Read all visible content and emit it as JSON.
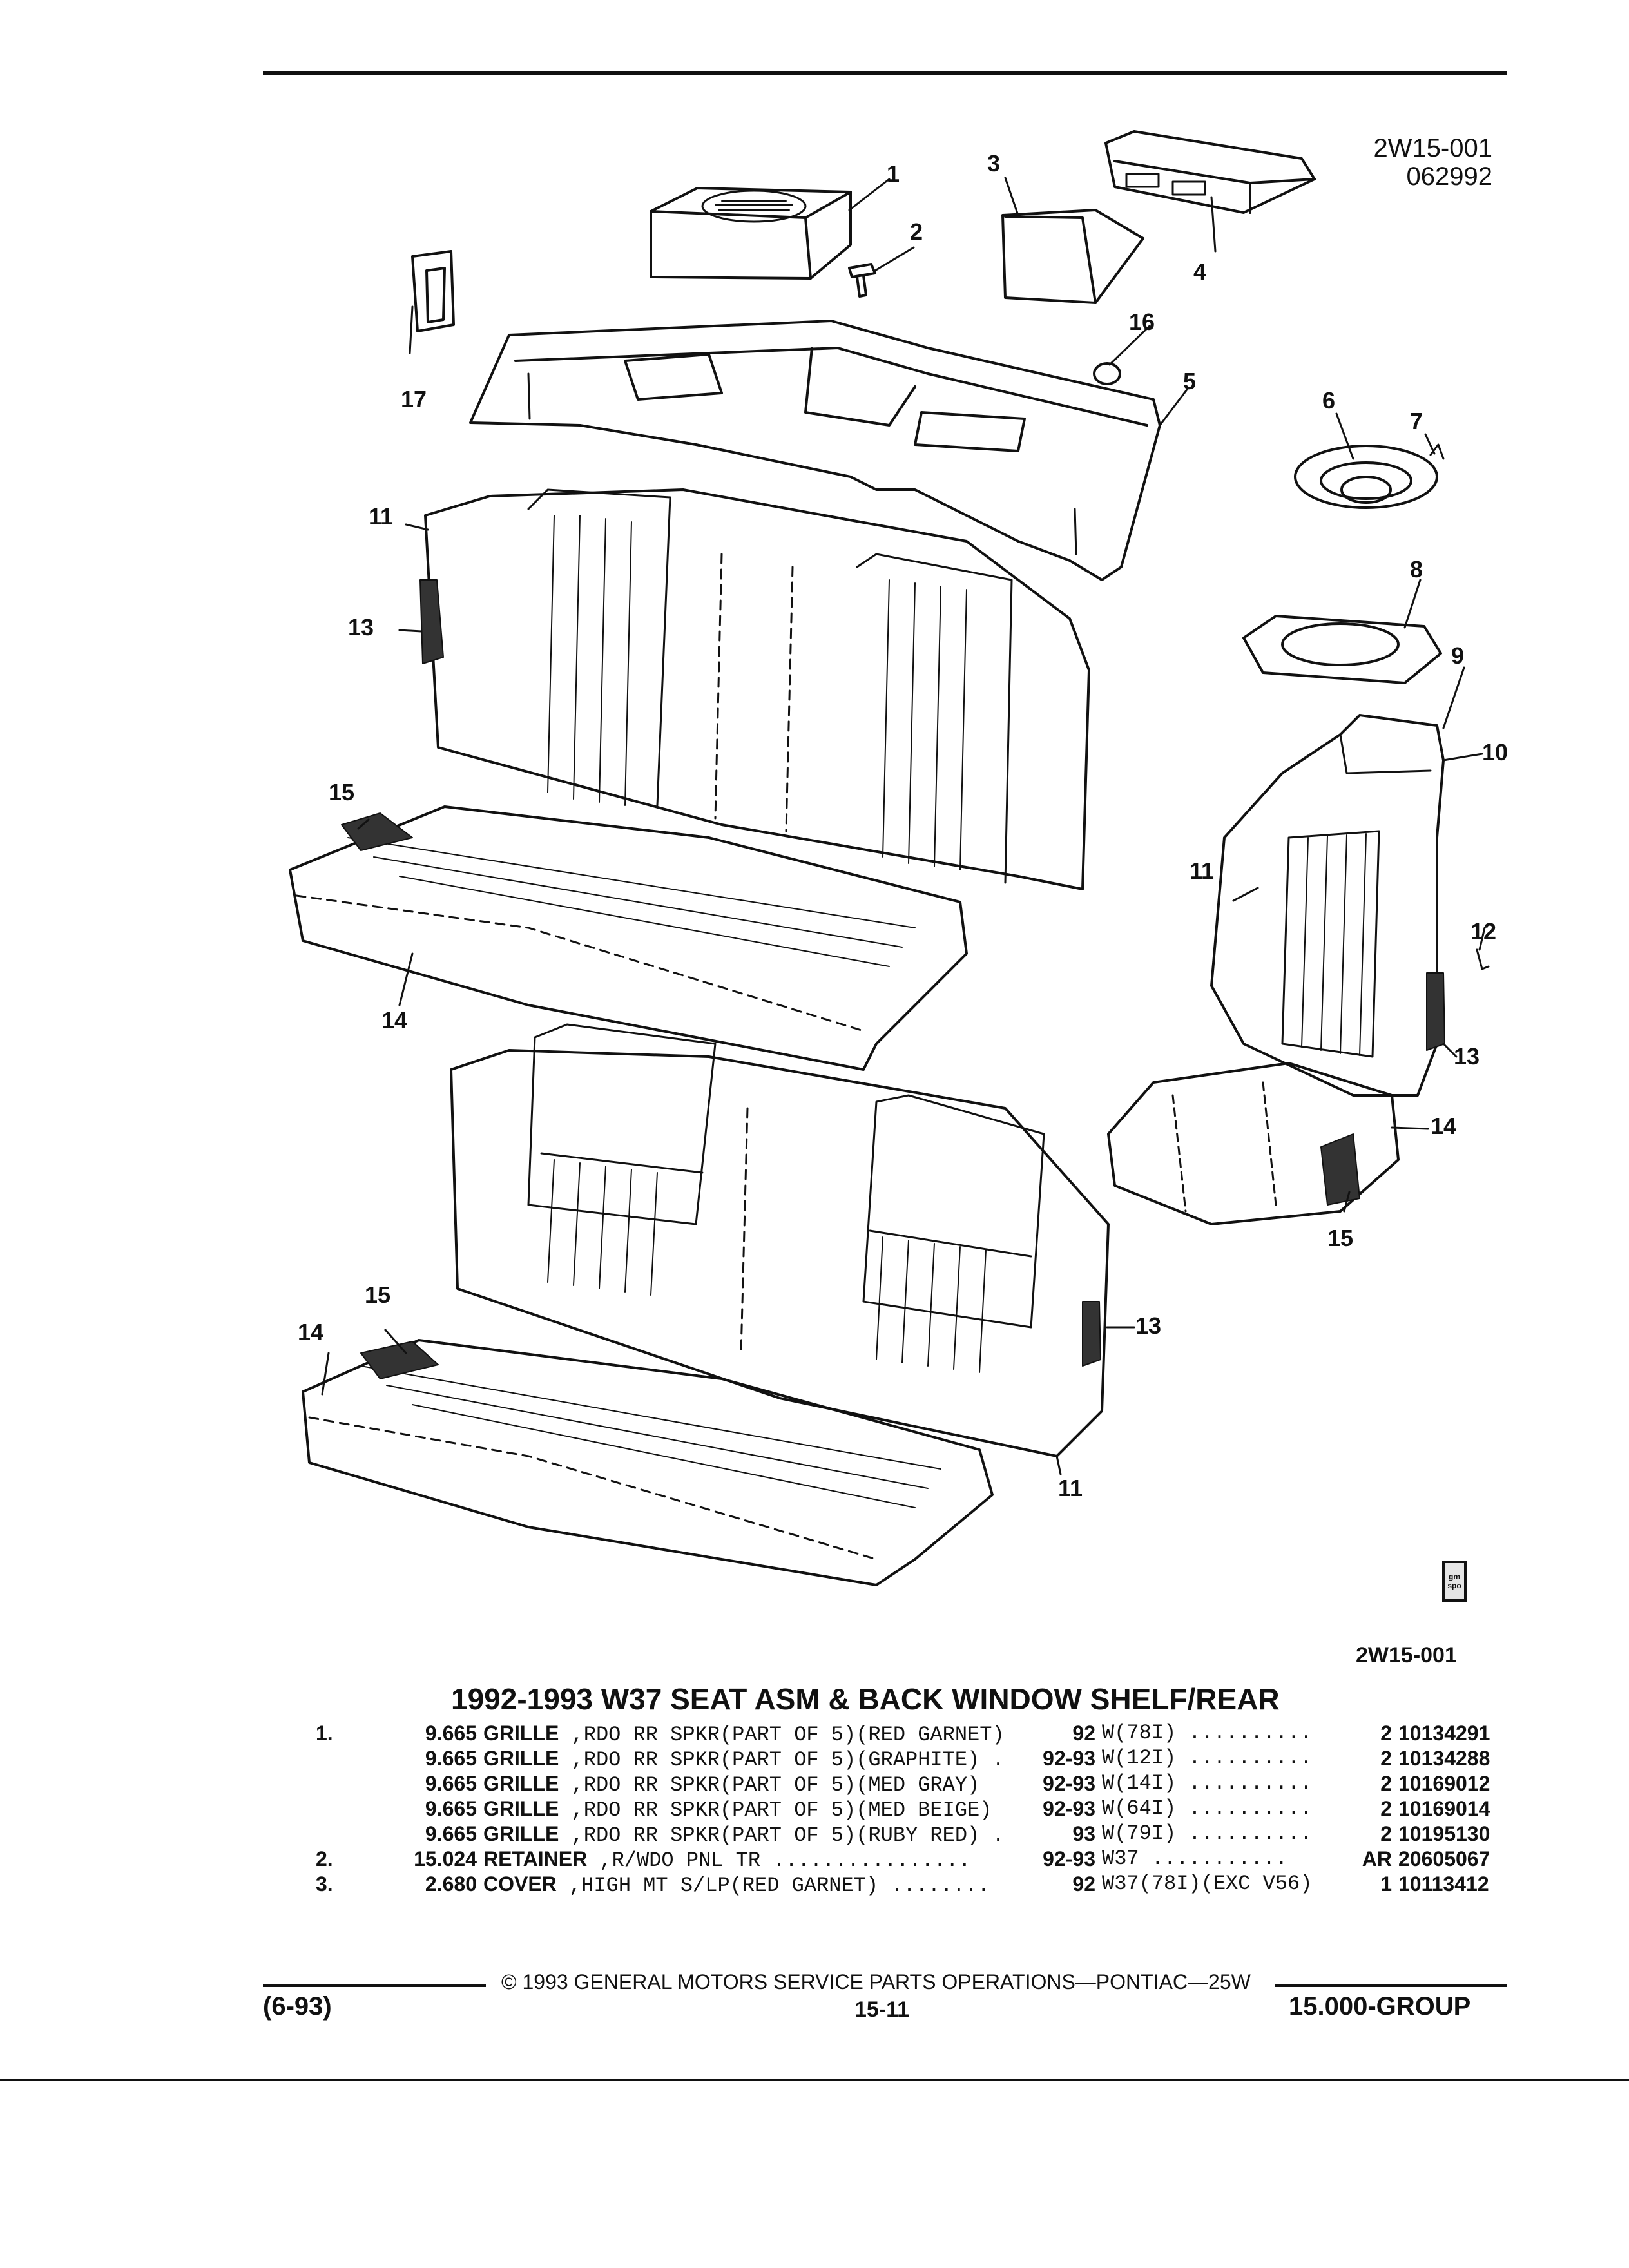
{
  "header": {
    "ident_line1": "2W15-001",
    "ident_line2": "062992"
  },
  "figure_id": "2W15-001",
  "callouts": [
    {
      "key": "c1",
      "label": "1"
    },
    {
      "key": "c2",
      "label": "2"
    },
    {
      "key": "c3",
      "label": "3"
    },
    {
      "key": "c4",
      "label": "4"
    },
    {
      "key": "c5",
      "label": "5"
    },
    {
      "key": "c6",
      "label": "6"
    },
    {
      "key": "c7",
      "label": "7"
    },
    {
      "key": "c8",
      "label": "8"
    },
    {
      "key": "c9",
      "label": "9"
    },
    {
      "key": "c10",
      "label": "10"
    },
    {
      "key": "c11a",
      "label": "11"
    },
    {
      "key": "c11b",
      "label": "11"
    },
    {
      "key": "c11c",
      "label": "11"
    },
    {
      "key": "c12",
      "label": "12"
    },
    {
      "key": "c13a",
      "label": "13"
    },
    {
      "key": "c13b",
      "label": "13"
    },
    {
      "key": "c13c",
      "label": "13"
    },
    {
      "key": "c14a",
      "label": "14"
    },
    {
      "key": "c14b",
      "label": "14"
    },
    {
      "key": "c14c",
      "label": "14"
    },
    {
      "key": "c15a",
      "label": "15"
    },
    {
      "key": "c15b",
      "label": "15"
    },
    {
      "key": "c15c",
      "label": "15"
    },
    {
      "key": "c16",
      "label": "16"
    },
    {
      "key": "c17",
      "label": "17"
    }
  ],
  "logo_text": "gm spo",
  "section_title": "1992-1993 W37 SEAT ASM & BACK WINDOW SHELF/REAR",
  "parts": [
    {
      "idx": "1.",
      "ref": "9.665",
      "name": "GRILLE",
      "detail": ",RDO RR SPKR(PART OF 5)(RED GARNET)",
      "years": "92",
      "code": "W(78I)",
      "dots": "..........",
      "qty": "2",
      "pn": "10134291"
    },
    {
      "idx": "",
      "ref": "9.665",
      "name": "GRILLE",
      "detail": ",RDO RR SPKR(PART OF 5)(GRAPHITE) .",
      "years": "92-93",
      "code": "W(12I)",
      "dots": "..........",
      "qty": "2",
      "pn": "10134288"
    },
    {
      "idx": "",
      "ref": "9.665",
      "name": "GRILLE",
      "detail": ",RDO RR SPKR(PART OF 5)(MED GRAY)",
      "years": "92-93",
      "code": "W(14I)",
      "dots": "..........",
      "qty": "2",
      "pn": "10169012"
    },
    {
      "idx": "",
      "ref": "9.665",
      "name": "GRILLE",
      "detail": ",RDO RR SPKR(PART OF 5)(MED BEIGE)",
      "years": "92-93",
      "code": "W(64I)",
      "dots": "..........",
      "qty": "2",
      "pn": "10169014"
    },
    {
      "idx": "",
      "ref": "9.665",
      "name": "GRILLE",
      "detail": ",RDO RR SPKR(PART OF 5)(RUBY RED) .",
      "years": "93",
      "code": "W(79I)",
      "dots": "..........",
      "qty": "2",
      "pn": "10195130"
    },
    {
      "idx": "2.",
      "ref": "15.024",
      "name": "RETAINER",
      "detail": ",R/WDO PNL TR ................",
      "years": "92-93",
      "code": "W37",
      "dots": "...........",
      "qty": "AR",
      "pn": "20605067"
    },
    {
      "idx": "3.",
      "ref": "2.680",
      "name": "COVER",
      "detail": ",HIGH MT S/LP(RED GARNET) ........",
      "years": "92",
      "code": "W37(78I)(EXC V56)",
      "dots": "",
      "qty": "1",
      "pn": "10113412"
    }
  ],
  "footer": {
    "copyright": "© 1993 GENERAL MOTORS SERVICE PARTS OPERATIONS—PONTIAC—25W",
    "date": "(6-93)",
    "page": "15-11",
    "group": "15.000-GROUP"
  }
}
